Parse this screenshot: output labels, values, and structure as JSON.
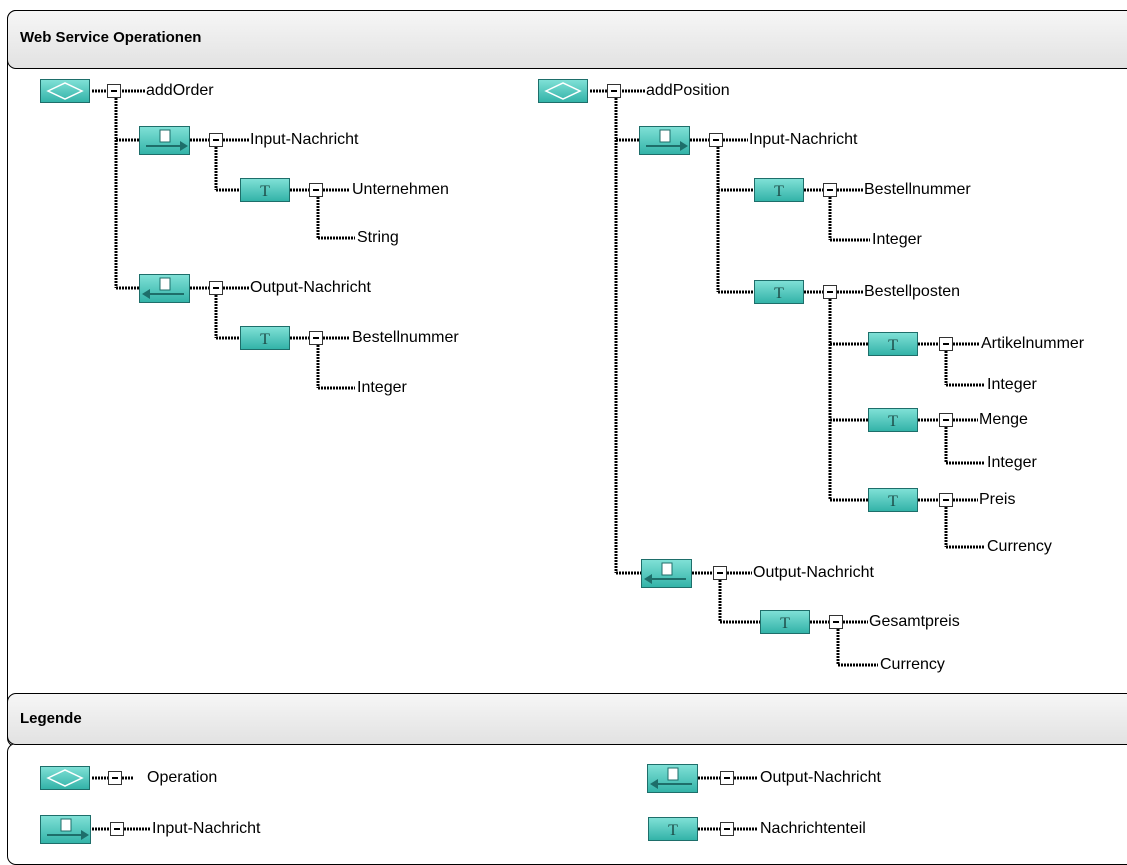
{
  "panels": {
    "operations_title": "Web Service Operationen",
    "legend_title": "Legende"
  },
  "tree": {
    "addOrder": {
      "name": "addOrder",
      "input": "Input-Nachricht",
      "unternehmen": "Unternehmen",
      "unternehmen_type": "String",
      "output": "Output-Nachricht",
      "bestellnummer": "Bestellnummer",
      "bestellnummer_type": "Integer"
    },
    "addPosition": {
      "name": "addPosition",
      "input": "Input-Nachricht",
      "bestellnummer": "Bestellnummer",
      "bestellnummer_type": "Integer",
      "bestellposten": "Bestellposten",
      "artikelnummer": "Artikelnummer",
      "artikelnummer_type": "Integer",
      "menge": "Menge",
      "menge_type": "Integer",
      "preis": "Preis",
      "preis_type": "Currency",
      "output": "Output-Nachricht",
      "gesamtpreis": "Gesamtpreis",
      "gesamtpreis_type": "Currency"
    }
  },
  "legend": {
    "operation": "Operation",
    "input": "Input-Nachricht",
    "output": "Output-Nachricht",
    "part": "Nachrichtenteil"
  },
  "colors": {
    "node_fill": "#3fbcb0",
    "node_border": "#1e6e6a",
    "wire": "#000000"
  }
}
